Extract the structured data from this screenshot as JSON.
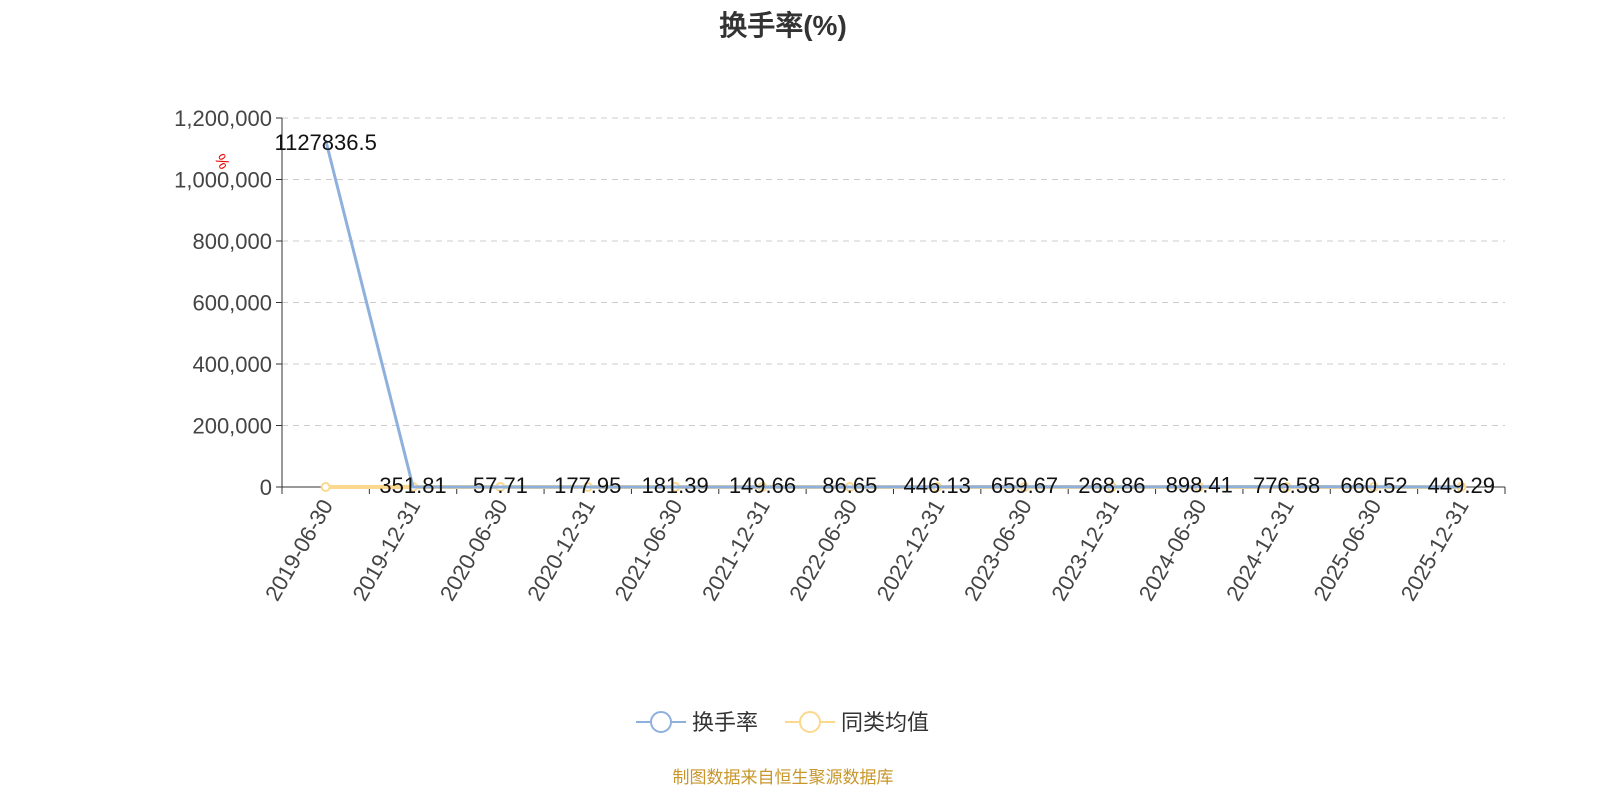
{
  "chart_data": {
    "type": "line",
    "title": "换手率(%)",
    "ylabel": "%",
    "xlabel": "",
    "ylim": [
      0,
      1200000
    ],
    "yticks": [
      0,
      200000,
      400000,
      600000,
      800000,
      1000000,
      1200000
    ],
    "ytick_labels": [
      "0",
      "200,000",
      "400,000",
      "600,000",
      "800,000",
      "1,000,000",
      "1,200,000"
    ],
    "grid": true,
    "legend_position": "bottom",
    "categories": [
      "2019-06-30",
      "2019-12-31",
      "2020-06-30",
      "2020-12-31",
      "2021-06-30",
      "2021-12-31",
      "2022-06-30",
      "2022-12-31",
      "2023-06-30",
      "2023-12-31",
      "2024-06-30",
      "2024-12-31",
      "2025-06-30",
      "2025-12-31"
    ],
    "series": [
      {
        "name": "换手率",
        "color": "#8eb0dc",
        "values": [
          1127836.5,
          351.81,
          57.71,
          177.95,
          181.39,
          149.66,
          86.65,
          446.13,
          659.67,
          268.86,
          898.41,
          776.58,
          660.52,
          449.29
        ],
        "labels": [
          "1127836.5",
          "351.81",
          "57.71",
          "177.95",
          "181.39",
          "149.66",
          "86.65",
          "446.13",
          "659.67",
          "268.86",
          "898.41",
          "776.58",
          "660.52",
          "449.29"
        ]
      },
      {
        "name": "同类均值",
        "color": "#fcd88f",
        "values": [
          0,
          0,
          0,
          0,
          0,
          0,
          0,
          0,
          0,
          0,
          0,
          0,
          0,
          0
        ]
      }
    ]
  },
  "footer": "制图数据来自恒生聚源数据库"
}
